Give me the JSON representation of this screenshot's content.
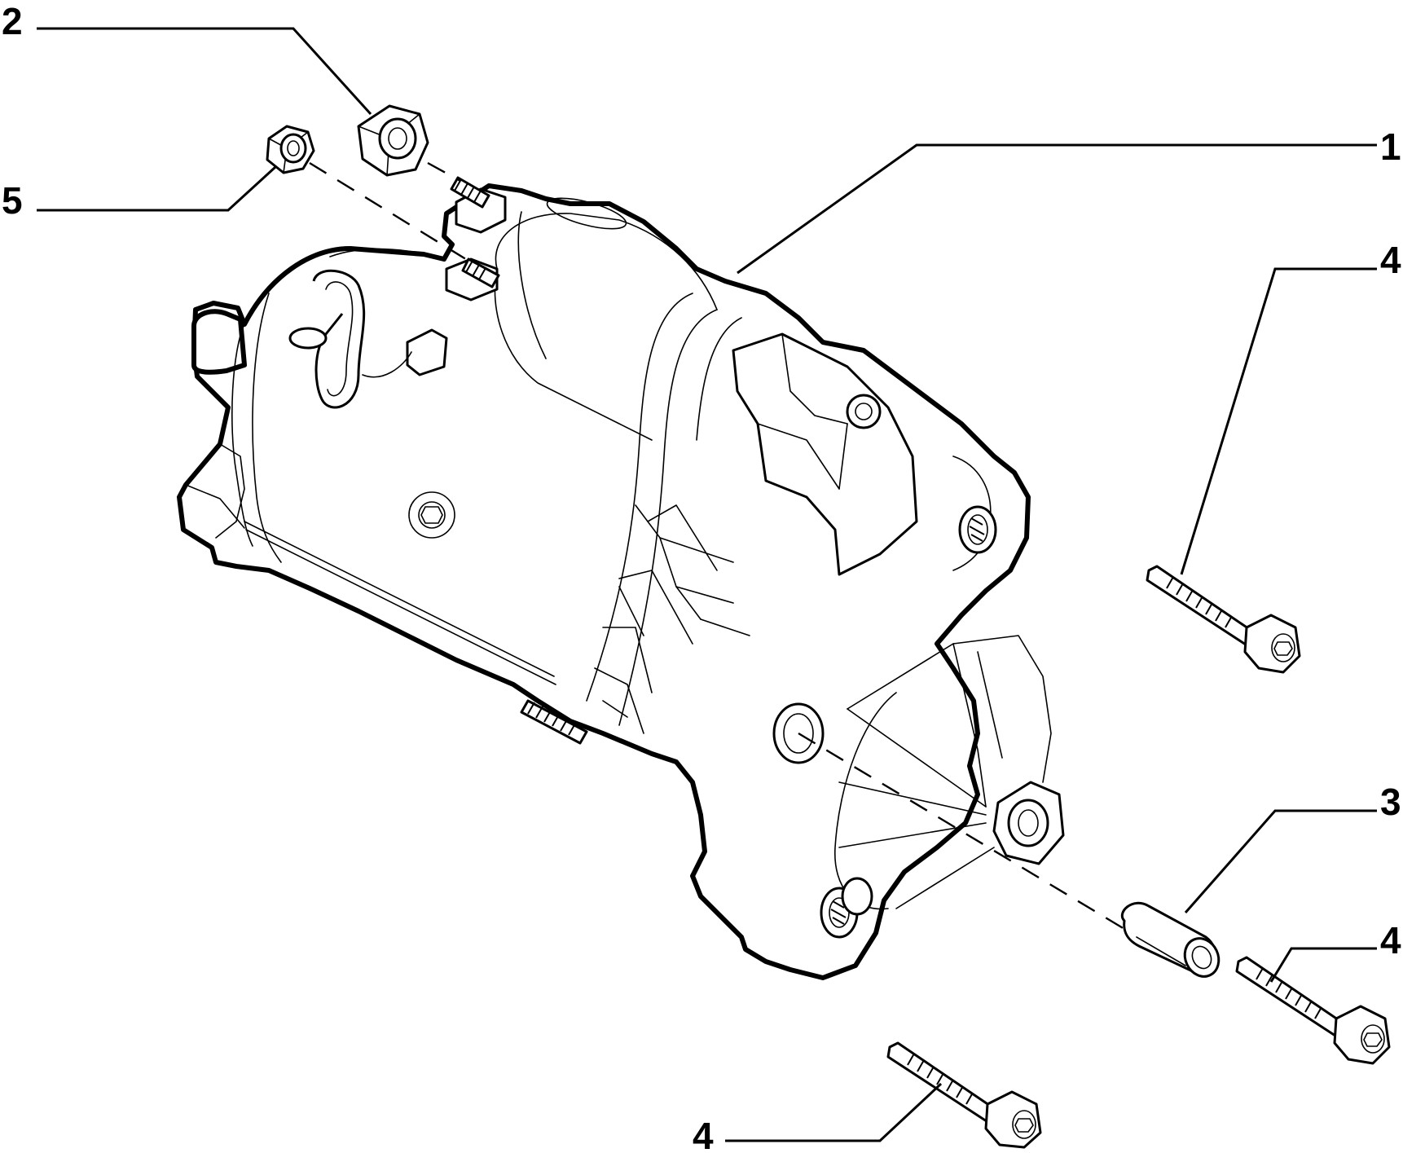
{
  "diagram": {
    "callouts": [
      {
        "id": "c1",
        "label": "1"
      },
      {
        "id": "c2",
        "label": "2"
      },
      {
        "id": "c3",
        "label": "3"
      },
      {
        "id": "c4a",
        "label": "4"
      },
      {
        "id": "c4b",
        "label": "4"
      },
      {
        "id": "c4c",
        "label": "4"
      },
      {
        "id": "c5",
        "label": "5"
      }
    ]
  }
}
